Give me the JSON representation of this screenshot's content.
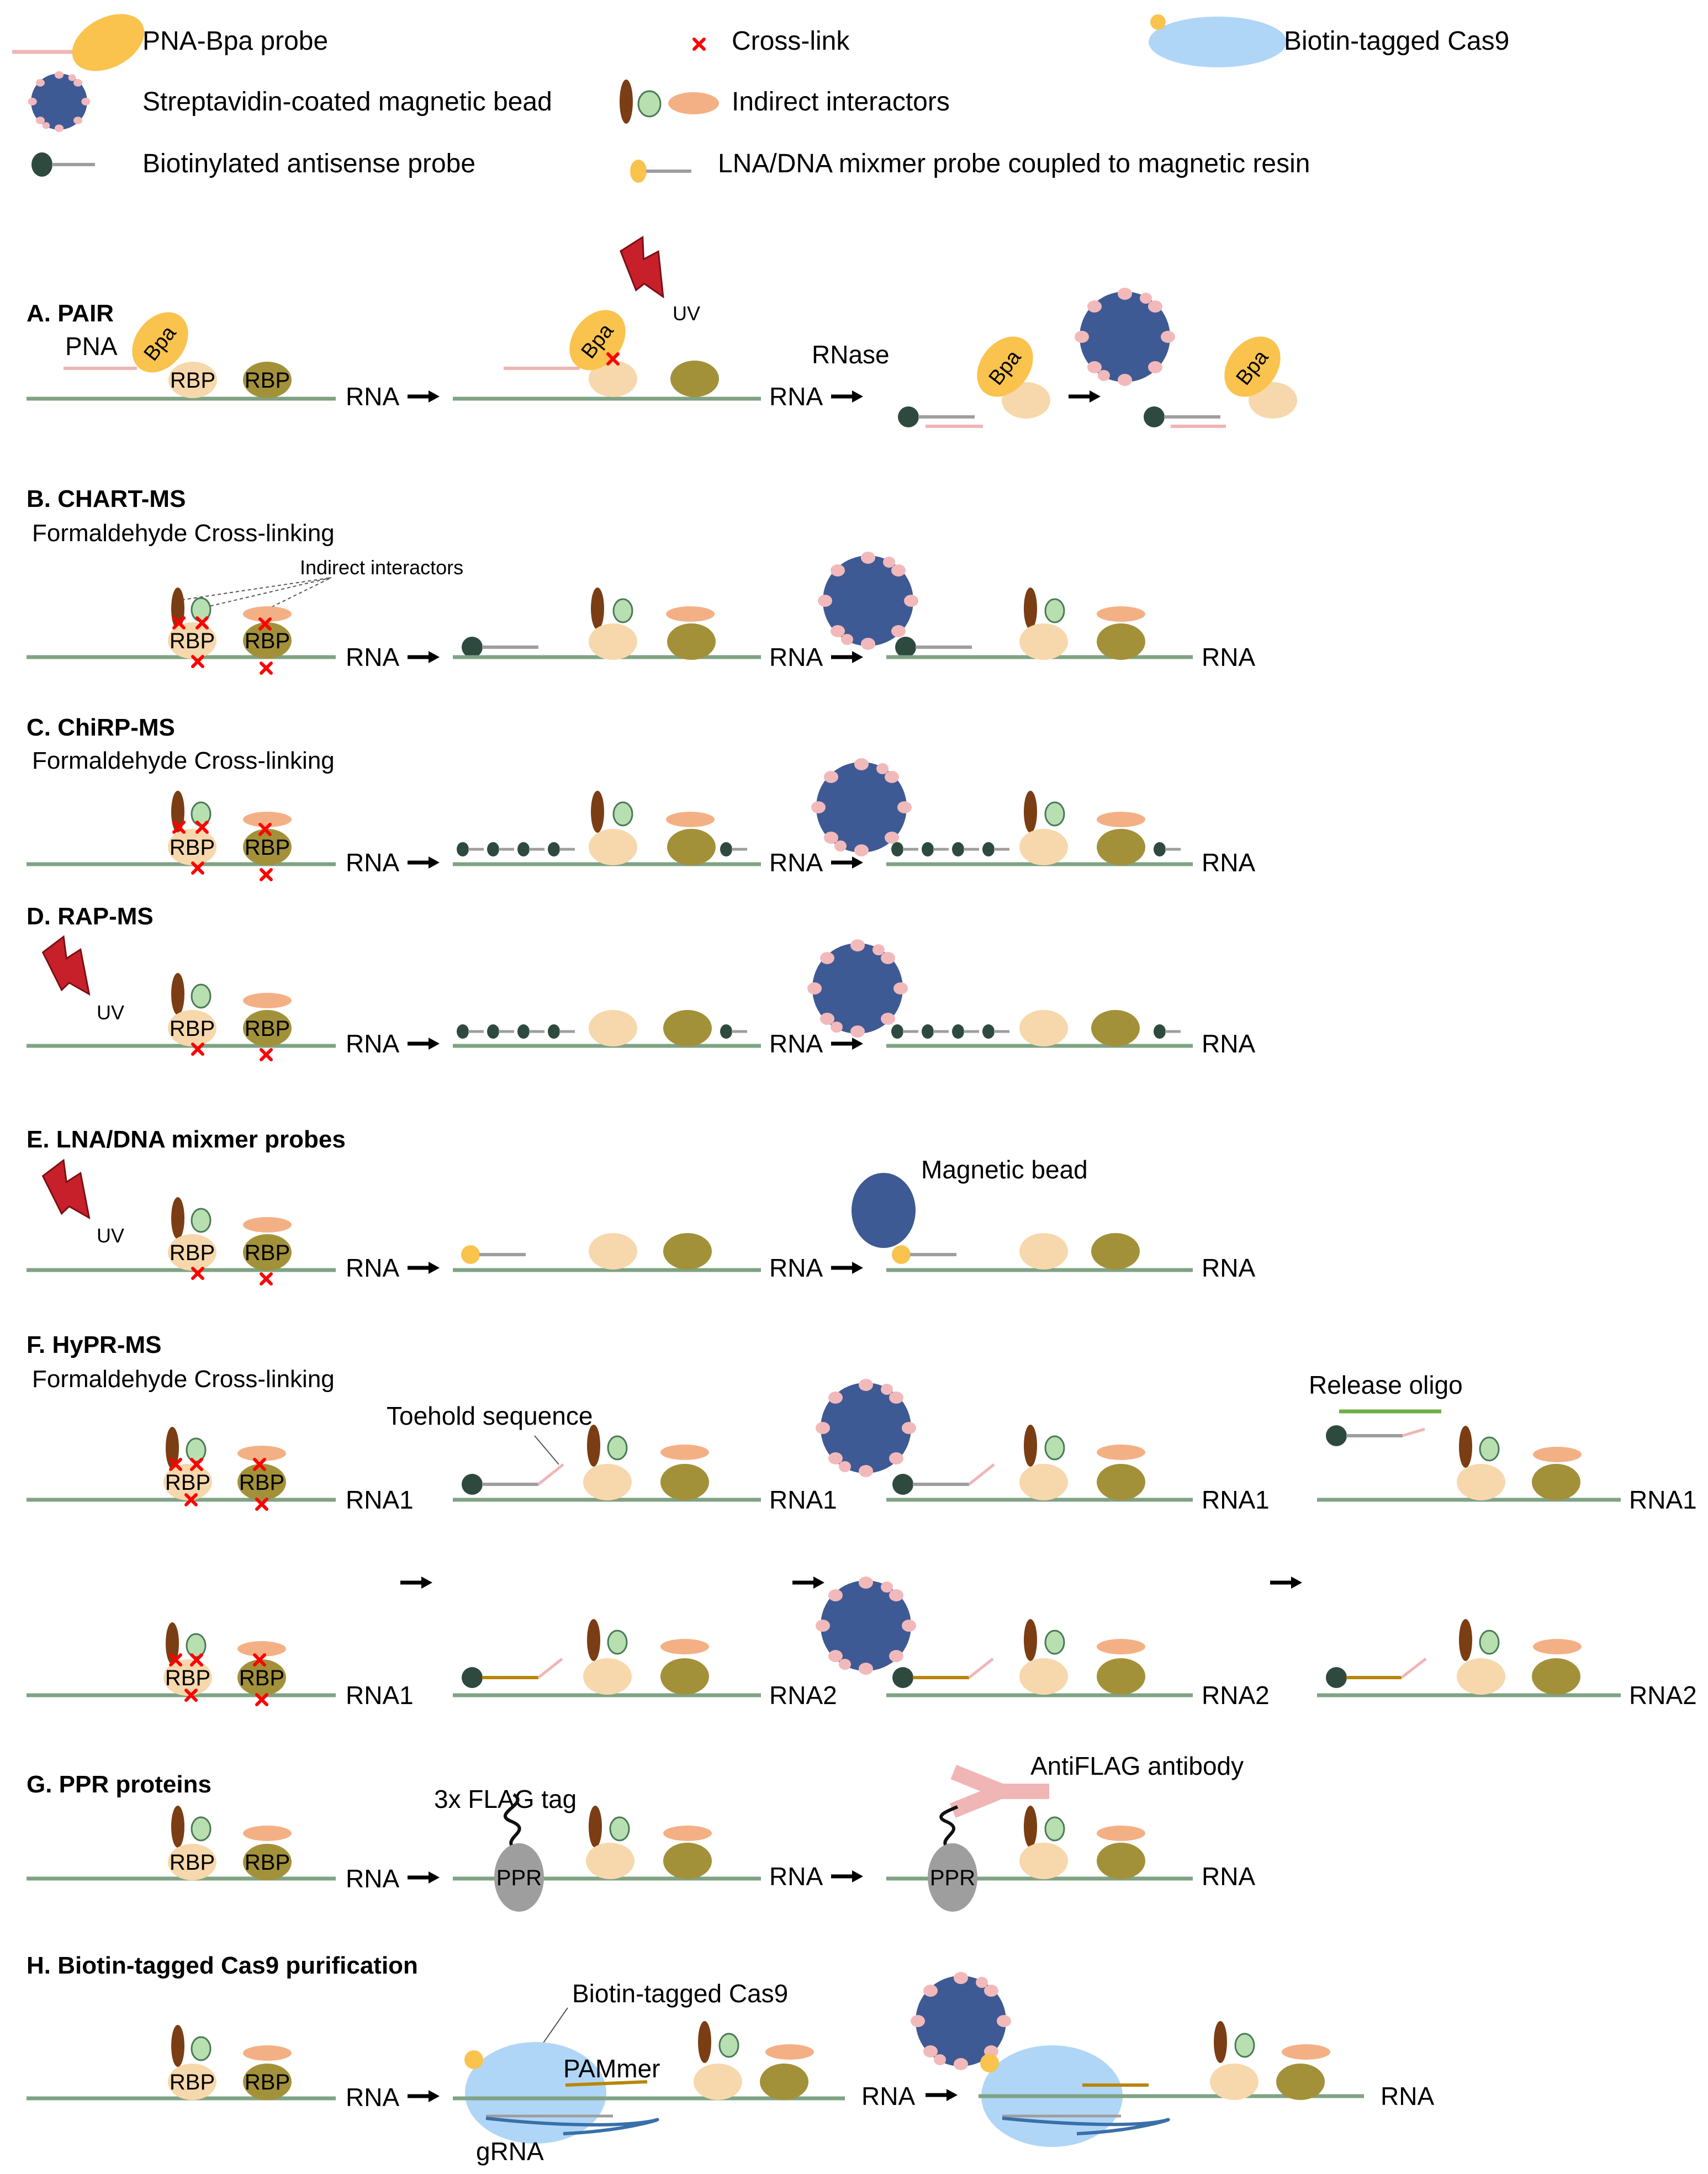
{
  "legend": {
    "pna_bpa_probe": "PNA-Bpa probe",
    "cross_link": "Cross-link",
    "biotin_cas9": "Biotin-tagged Cas9",
    "streptavidin_bead": "Streptavidin-coated magnetic bead",
    "indirect_interactors": "Indirect interactors",
    "biotinylated_probe": "Biotinylated antisense probe",
    "lna_probe": "LNA/DNA mixmer probe coupled to magnetic resin"
  },
  "common": {
    "rna": "RNA",
    "rna1": "RNA1",
    "rna2": "RNA2",
    "rbp": "RBP",
    "uv": "UV",
    "formaldehyde": "Formaldehyde Cross-linking"
  },
  "panels": {
    "a": {
      "title": "A. PAIR",
      "pna": "PNA",
      "bpa": "Bpa",
      "rnase": "RNase"
    },
    "b": {
      "title": "B. CHART-MS",
      "indirect": "Indirect interactors"
    },
    "c": {
      "title": "C. ChiRP-MS"
    },
    "d": {
      "title": "D. RAP-MS"
    },
    "e": {
      "title": "E. LNA/DNA mixmer probes",
      "bead": "Magnetic bead"
    },
    "f": {
      "title": "F. HyPR-MS",
      "toehold": "Toehold sequence",
      "release": "Release oligo"
    },
    "g": {
      "title": "G. PPR proteins",
      "flag": "3x FLAG tag",
      "ppr": "PPR",
      "antiflag": "AntiFLAG antibody"
    },
    "h": {
      "title": "H. Biotin-tagged Cas9 purification",
      "cas9": "Biotin-tagged Cas9",
      "pammer": "PAMmer",
      "grna": "gRNA"
    }
  },
  "colors": {
    "rna_line": "#7fa384",
    "rbp_light": "#f7d8ac",
    "rbp_olive": "#a3913a",
    "brown": "#7a3d14",
    "green_oval": "#b7dfb0",
    "salmon": "#f4b085",
    "bead_navy": "#3e5a94",
    "bead_dots": "#f2b9bb",
    "probe_dark": "#2e4a3e",
    "gray_line": "#9e9e9e",
    "pink_line": "#f0b5b5",
    "bpa_yellow": "#f9c34e",
    "cas9_blue": "#b0d6f7",
    "lightning_red": "#c8202a",
    "xlink_red": "#ff0000",
    "ppr_gray": "#9e9e9e",
    "gold_probe": "#b8860b",
    "grna_blue": "#3a6fa8",
    "release_green": "#70ad47"
  }
}
